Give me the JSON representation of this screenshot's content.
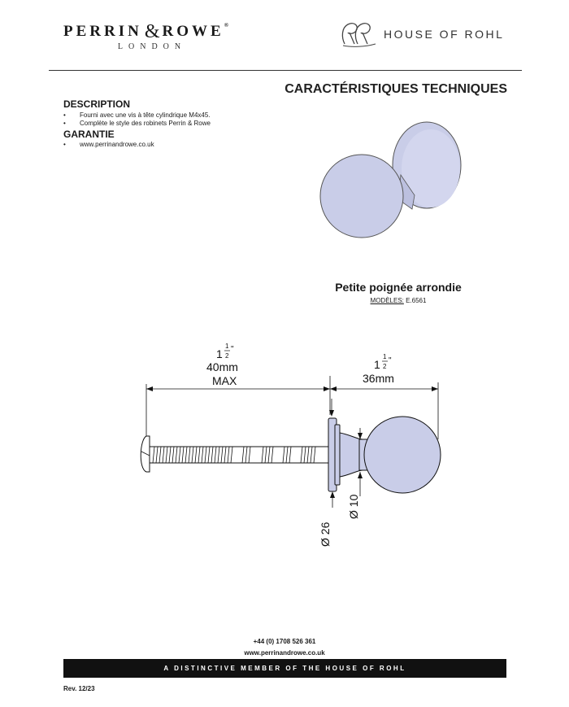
{
  "header": {
    "brand_left_part1": "PERRIN",
    "brand_amp": "&",
    "brand_left_part2": "ROWE",
    "brand_reg": "®",
    "brand_location": "LONDON",
    "brand_right": "HOUSE OF ROHL"
  },
  "section_title": "CARACTÉRISTIQUES TECHNIQUES",
  "description": {
    "heading": "DESCRIPTION",
    "items": [
      "Fourni avec une vis à tête cylindrique M4x45.",
      "Complète le style des robinets Perrin & Rowe"
    ]
  },
  "guarantee": {
    "heading": "GARANTIE",
    "items": [
      "www.perrinandrowe.co.uk"
    ]
  },
  "product": {
    "name": "Petite poignée arrondie",
    "models_label": "MODÈLES:",
    "models_value": " E.6561"
  },
  "drawing": {
    "left_fraction_num": "1",
    "left_fraction_den": "2",
    "left_inch": "\"",
    "left_mm": "40mm",
    "left_max": "MAX",
    "right_fraction_num": "1",
    "right_fraction_den": "2",
    "right_inch": "\"",
    "right_mm": "36mm",
    "dia_small": "Ø 10",
    "dia_large": "Ø 26"
  },
  "footer": {
    "phone": "+44 (0) 1708 526 361",
    "website": "www.perrinandrowe.co.uk",
    "tagline": "A DISTINCTIVE MEMBER OF THE HOUSE OF ROHL",
    "revision": "Rev. 12/23"
  },
  "colors": {
    "knob_fill": "#c9cde8",
    "knob_stroke": "#555555",
    "footer_bar": "#111111"
  }
}
